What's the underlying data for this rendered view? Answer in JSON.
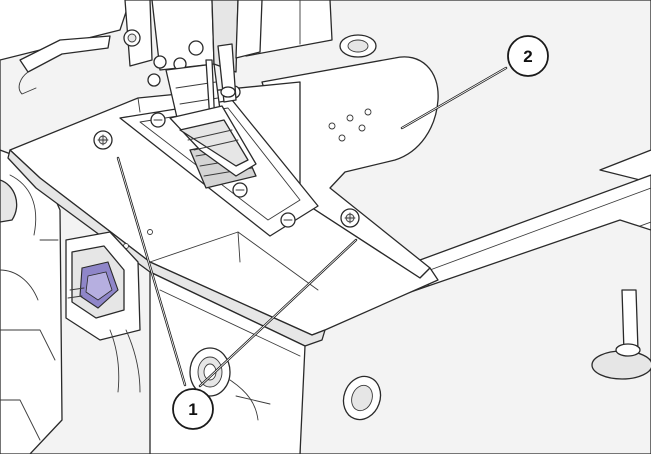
{
  "callouts": [
    {
      "id": "callout-1",
      "label": "1"
    },
    {
      "id": "callout-2",
      "label": "2"
    }
  ],
  "colors": {
    "line": "#2a2a2a",
    "surface": "#ffffff",
    "shade": "#e6e6e6",
    "bobbin": "#8f86c9"
  }
}
